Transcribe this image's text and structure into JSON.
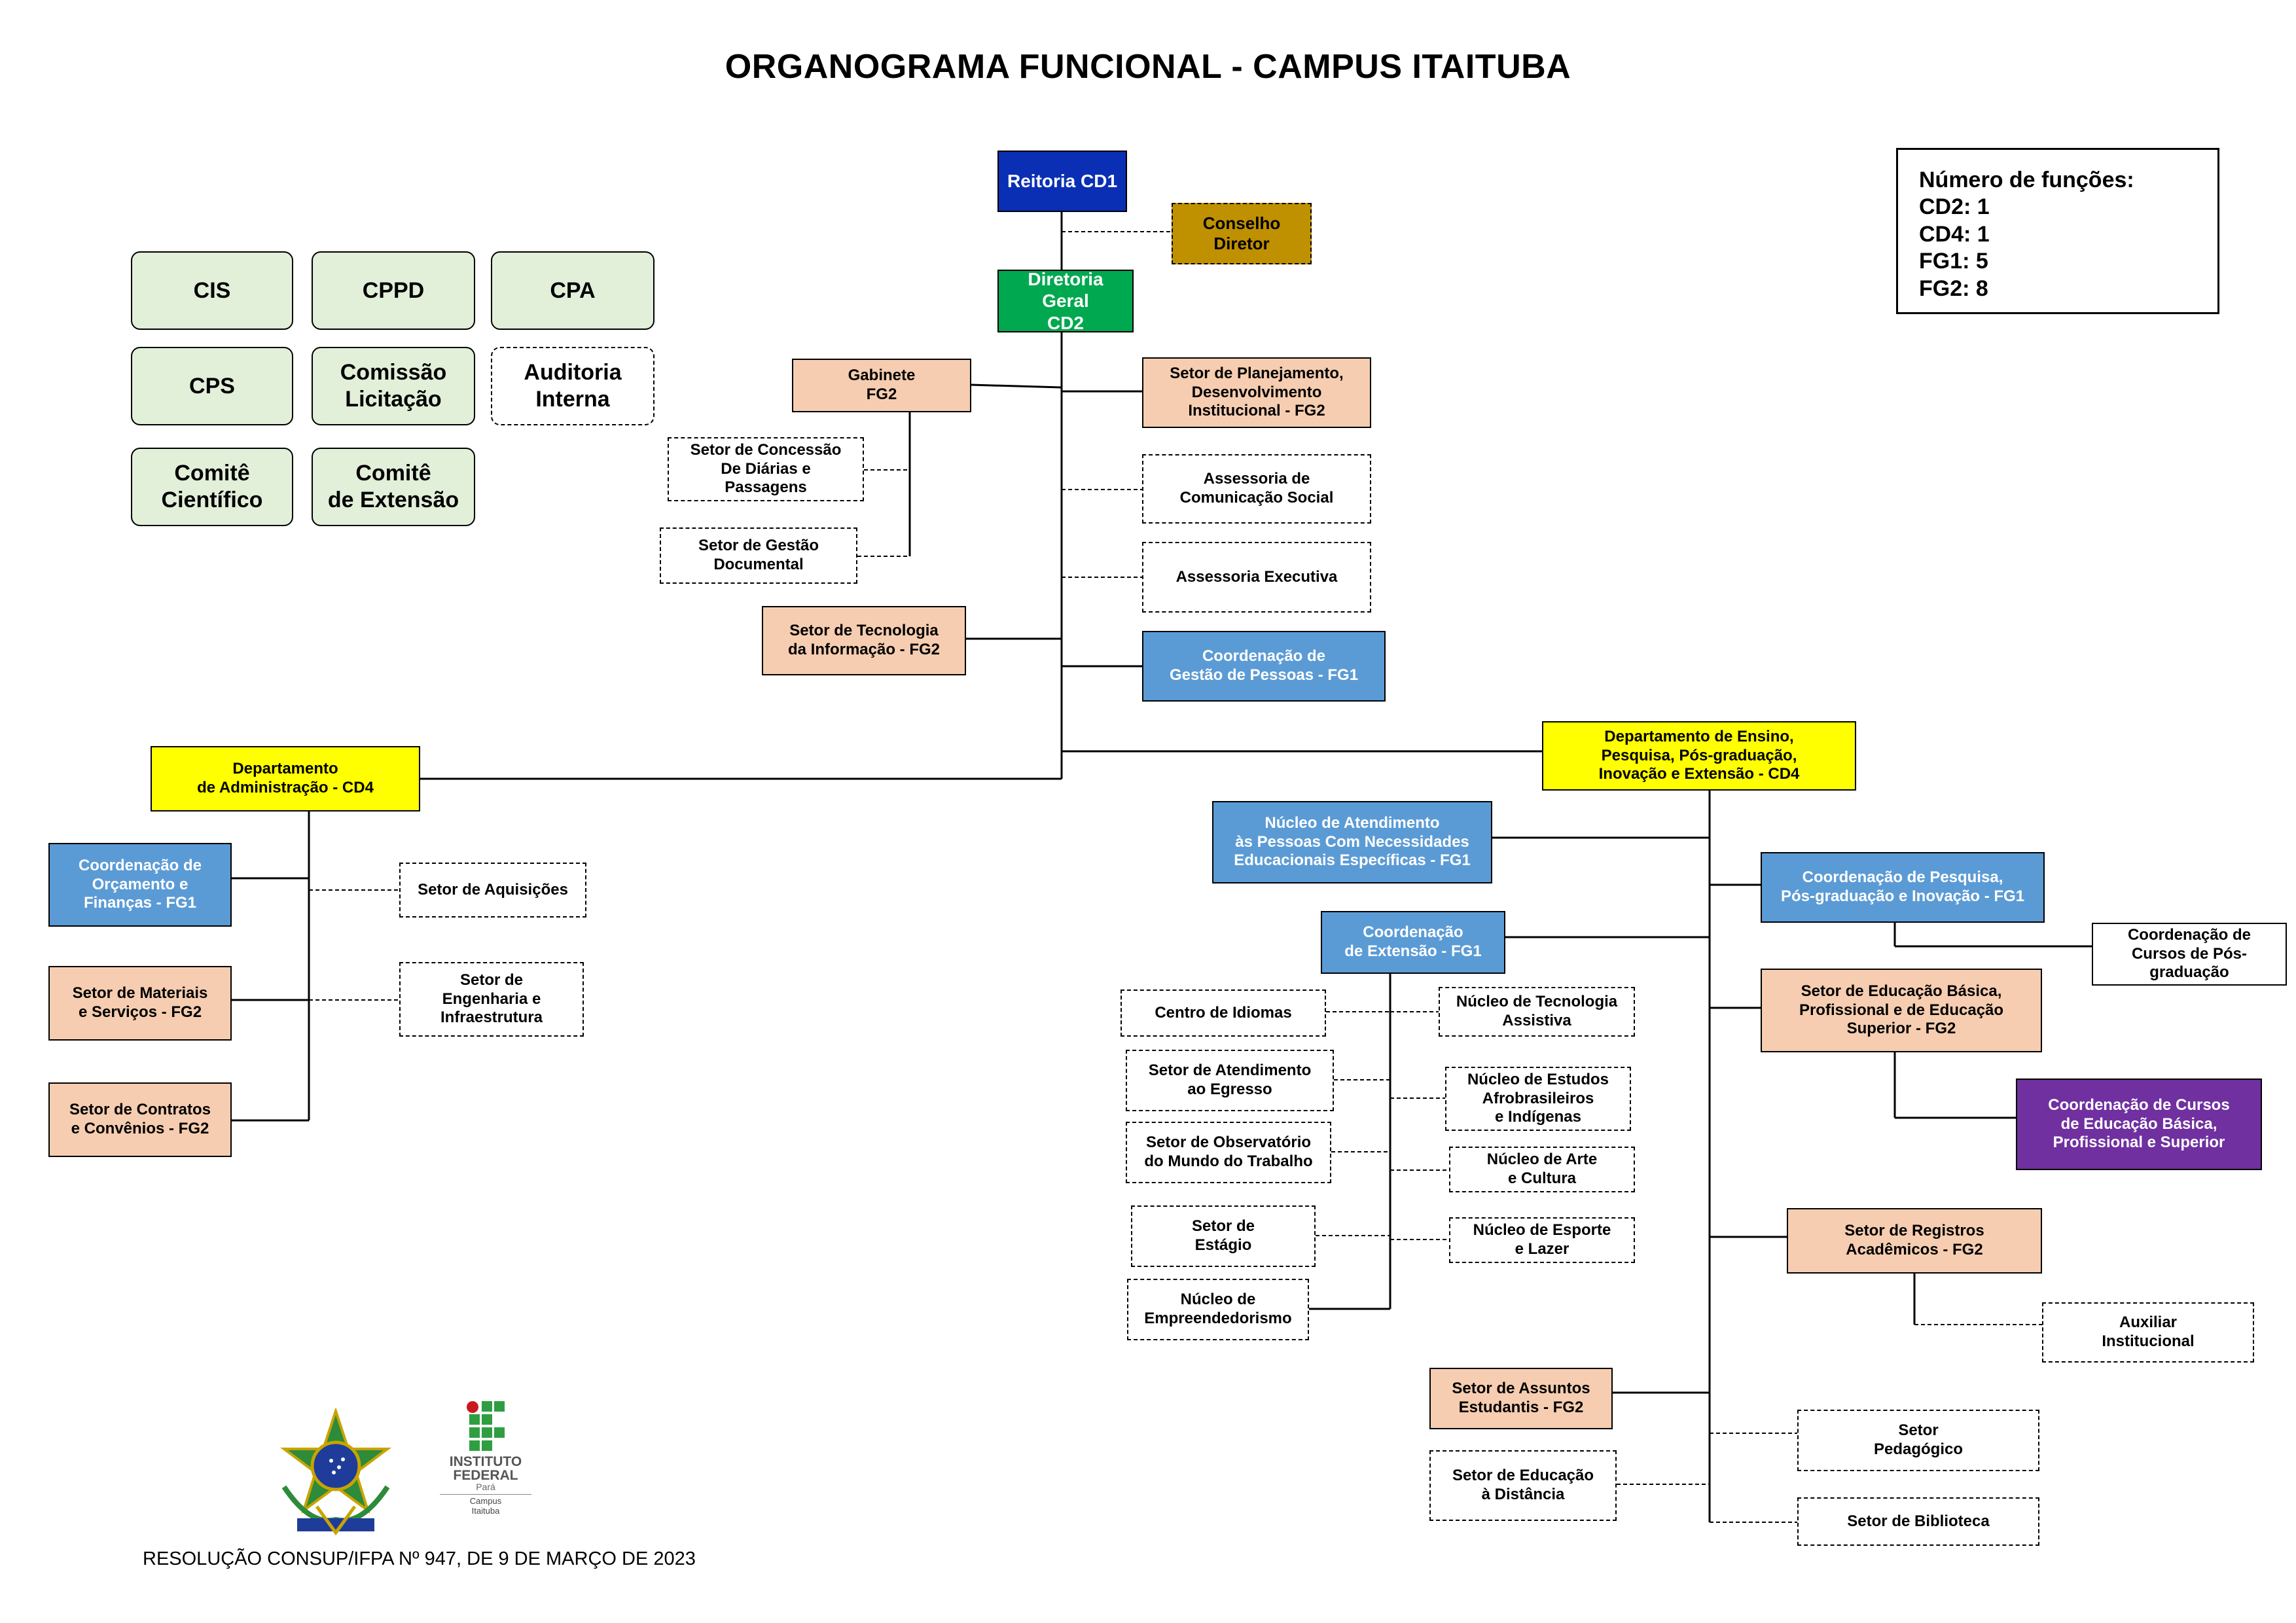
{
  "title": "ORGANOGRAMA FUNCIONAL - CAMPUS ITAITUBA",
  "footer": "RESOLUÇÃO CONSUP/IFPA Nº 947, DE 9 DE MARÇO DE 2023",
  "legend": {
    "heading": "Número de funções:",
    "items": [
      "CD2: 1",
      "CD4: 1",
      "FG1: 5",
      "FG2: 8"
    ]
  },
  "committees": [
    "CIS",
    "CPPD",
    "CPA",
    "CPS",
    "Comissão\nLicitação",
    "Auditoria\nInterna",
    "Comitê\nCientífico",
    "Comitê\nde Extensão"
  ],
  "nodes": {
    "reitoria": "Reitoria CD1",
    "conselho": "Conselho\nDiretor",
    "diretoria": "Diretoria Geral\nCD2",
    "gabinete": "Gabinete\nFG2",
    "concessao": "Setor de Concessão\nDe Diárias e\nPassagens",
    "gestao_doc": "Setor de Gestão\nDocumental",
    "tecnologia": "Setor de Tecnologia\nda Informação - FG2",
    "planejamento": "Setor de Planejamento,\nDesenvolvimento\nInstitucional -  FG2",
    "comunicacao": "Assessoria de\nComunicação Social",
    "executiva": "Assessoria Executiva",
    "gestao_pessoas": "Coordenação de\nGestão de Pessoas - FG1",
    "dep_admin": "Departamento\nde Administração - CD4",
    "orcamento": "Coordenação de\nOrçamento e\nFinanças - FG1",
    "aquisicoes": "Setor de Aquisições",
    "materiais": "Setor de Materiais\ne Serviços - FG2",
    "engenharia": "Setor de\nEngenharia e\nInfraestrutura",
    "contratos": "Setor de Contratos\ne Convênios - FG2",
    "dep_ensino": "Departamento de Ensino,\nPesquisa, Pós-graduação,\nInovação e Extensão - CD4",
    "napne": "Núcleo de Atendimento\nàs Pessoas Com Necessidades\nEducacionais Específicas - FG1",
    "pesquisa": "Coordenação de Pesquisa,\nPós-graduação e Inovação - FG1",
    "cursos_pos": "Coordenação de\nCursos de Pós-\ngraduação",
    "extensao": "Coordenação\nde Extensão - FG1",
    "idiomas": "Centro de Idiomas",
    "egresso": "Setor de Atendimento\nao Egresso",
    "observatorio": "Setor de Observatório\ndo Mundo do Trabalho",
    "estagio": "Setor de\nEstágio",
    "empreendedorismo": "Núcleo de\nEmpreendedorismo",
    "tec_assistiva": "Núcleo de Tecnologia\nAssistiva",
    "afro": "Núcleo de Estudos\nAfrobrasileiros\ne Indígenas",
    "arte": "Núcleo de Arte\ne Cultura",
    "esporte": "Núcleo de Esporte\ne Lazer",
    "educacao_basica": "Setor de Educação Básica,\nProfissional e de Educação\nSuperior - FG2",
    "cursos_basica": "Coordenação de Cursos\nde Educação Básica,\nProfissional e Superior",
    "registros": "Setor de Registros\nAcadêmicos - FG2",
    "auxiliar": "Auxiliar\nInstitucional",
    "estudantis": "Setor de Assuntos\nEstudantis - FG2",
    "distancia": "Setor de Educação\nà Distância",
    "pedagogico": "Setor\nPedagógico",
    "biblioteca": "Setor de Biblioteca"
  },
  "logos": {
    "coat_of_arms": "brasil-coat-of-arms-icon",
    "ifpa_name": "INSTITUTO\nFEDERAL",
    "ifpa_state": "Pará",
    "ifpa_campus": "Campus\nItaituba"
  },
  "colors": {
    "peach": "#f6cdb0",
    "blue": "#5b9bd5",
    "yellow": "#ffff00",
    "navy": "#0a2fb5",
    "green": "#00a850",
    "gold": "#bf9000",
    "purple": "#7030a0",
    "committee_green": "#e2efd9"
  }
}
